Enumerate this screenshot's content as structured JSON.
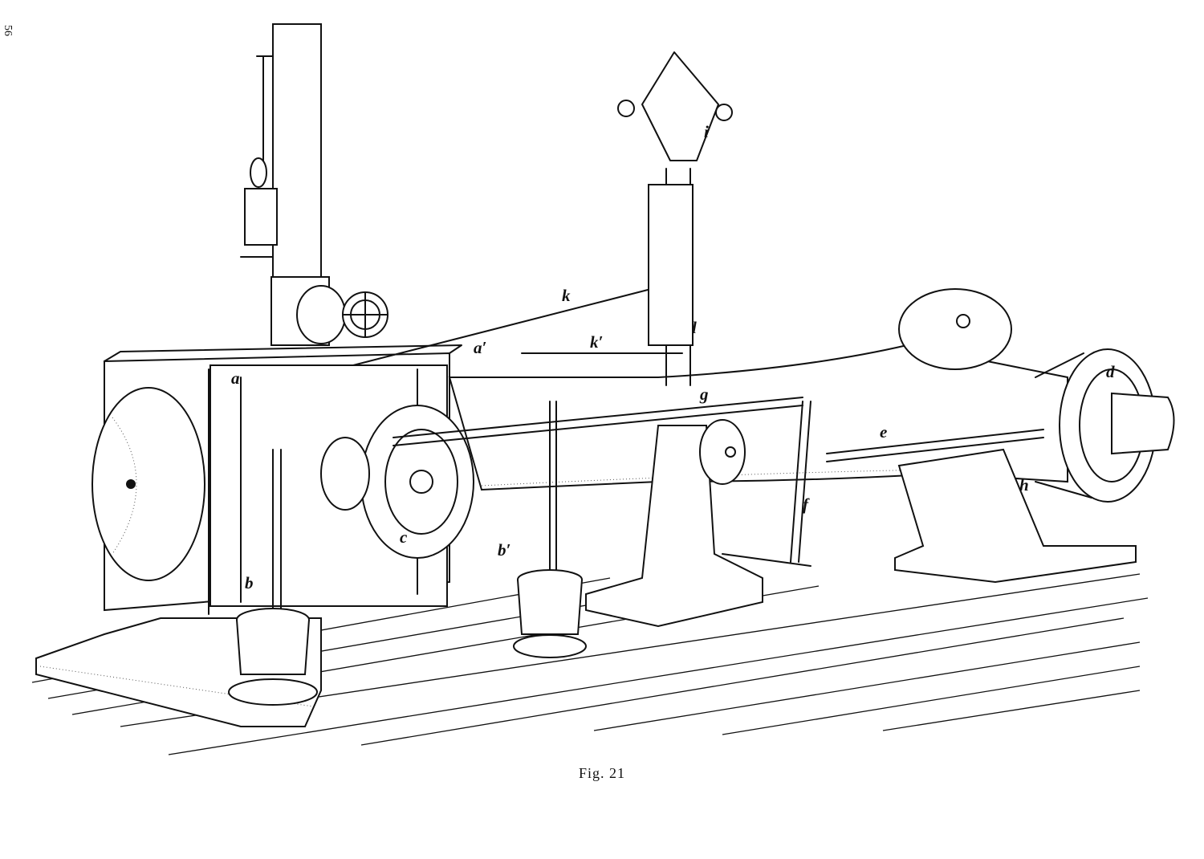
{
  "caption": "Fig. 21",
  "page_number": "56",
  "labels": {
    "a": "a",
    "a_prime": "a′",
    "b": "b",
    "b_prime": "b′",
    "c": "c",
    "d": "d",
    "e": "e",
    "f": "f",
    "g": "g",
    "h": "h",
    "i": "i",
    "k": "k",
    "k_prime": "k′",
    "l": "l"
  }
}
